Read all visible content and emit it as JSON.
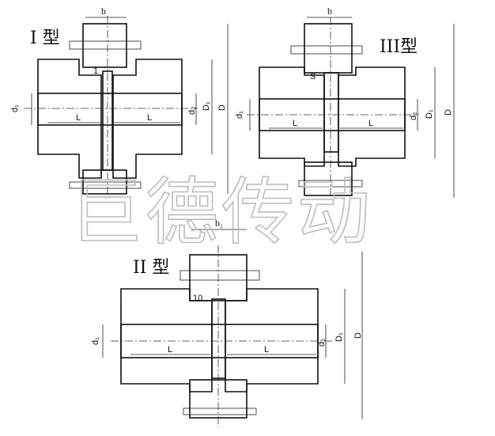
{
  "titles": {
    "type1": "I 型",
    "type2": "II 型",
    "type3": "III型"
  },
  "watermark": "巨德传动",
  "dims": {
    "b": "b",
    "b1": "b₁",
    "d1": "d₁",
    "d2": "d₂",
    "D1": "D₁",
    "D": "D",
    "L": "L",
    "gap1": "1",
    "gap10": "10",
    "gap3": "S"
  },
  "colors": {
    "line": "#111111",
    "watermark": "#bdbdbd",
    "background": "#ffffff"
  }
}
